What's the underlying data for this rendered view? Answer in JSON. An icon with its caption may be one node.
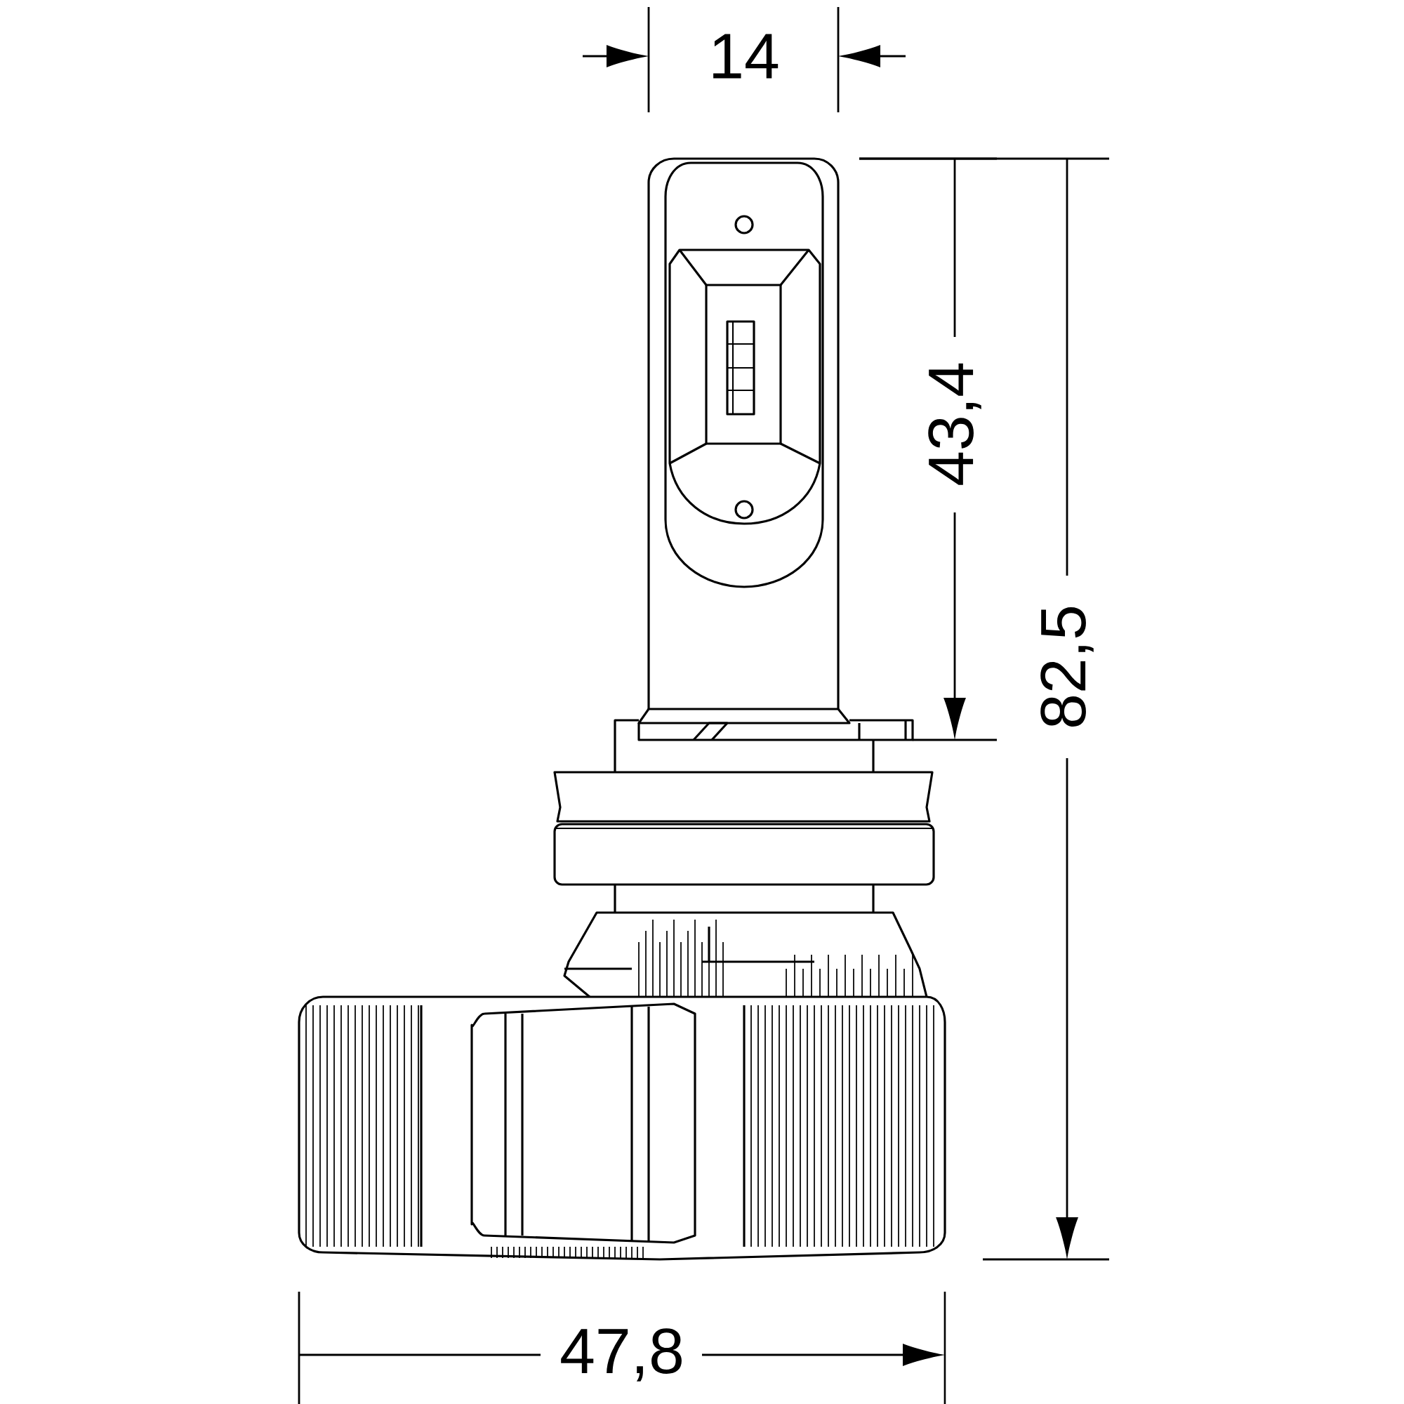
{
  "diagram": {
    "labels": [
      "14",
      "43,4",
      "82,5",
      "47,8"
    ]
  }
}
